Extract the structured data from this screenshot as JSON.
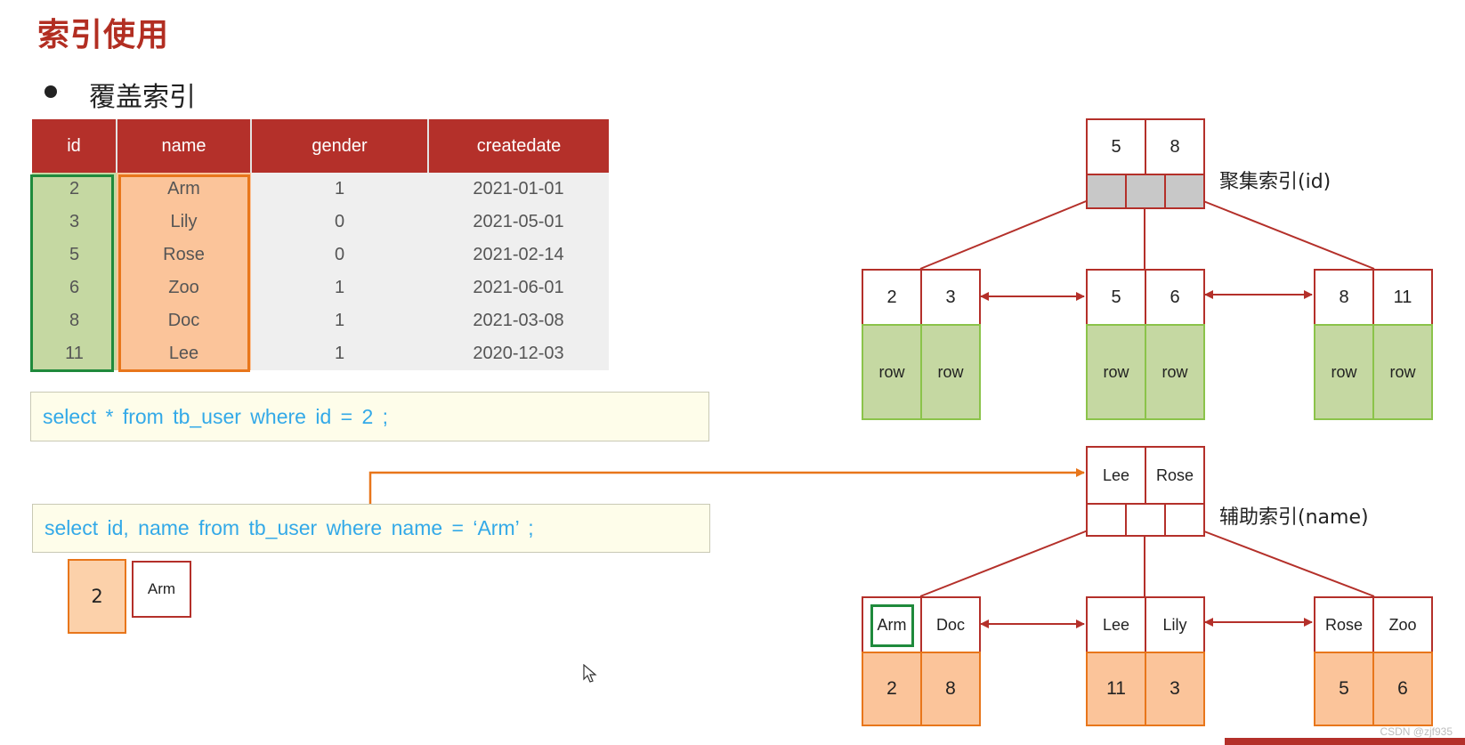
{
  "slide": {
    "title": "索引使用",
    "bullet": "覆盖索引"
  },
  "table": {
    "headers": [
      "id",
      "name",
      "gender",
      "createdate"
    ],
    "rows": [
      [
        "2",
        "Arm",
        "1",
        "2021-01-01"
      ],
      [
        "3",
        "Lily",
        "0",
        "2021-05-01"
      ],
      [
        "5",
        "Rose",
        "0",
        "2021-02-14"
      ],
      [
        "6",
        "Zoo",
        "1",
        "2021-06-01"
      ],
      [
        "8",
        "Doc",
        "1",
        "2021-03-08"
      ],
      [
        "11",
        "Lee",
        "1",
        "2020-12-03"
      ]
    ]
  },
  "queries": {
    "q1": "select  *  from  tb_user  where  id  =  2 ;",
    "q2": "select  id, name  from  tb_user  where  name = ‘Arm’ ;"
  },
  "result": {
    "id": "2",
    "name": "Arm"
  },
  "clustered": {
    "label": "聚集索引(id)",
    "root": [
      "5",
      "8"
    ],
    "leaves": [
      {
        "keys": [
          "2",
          "3"
        ],
        "rows": [
          "row",
          "row"
        ]
      },
      {
        "keys": [
          "5",
          "6"
        ],
        "rows": [
          "row",
          "row"
        ]
      },
      {
        "keys": [
          "8",
          "11"
        ],
        "rows": [
          "row",
          "row"
        ]
      }
    ]
  },
  "secondary": {
    "label": "辅助索引(name)",
    "root": [
      "Lee",
      "Rose"
    ],
    "leaves": [
      {
        "keys": [
          "Arm",
          "Doc"
        ],
        "ids": [
          "2",
          "8"
        ]
      },
      {
        "keys": [
          "Lee",
          "Lily"
        ],
        "ids": [
          "11",
          "3"
        ]
      },
      {
        "keys": [
          "Rose",
          "Zoo"
        ],
        "ids": [
          "5",
          "6"
        ]
      }
    ]
  },
  "watermark": "CSDN @zjf935",
  "colors": {
    "red": "#b4302a",
    "green": "#1f8a3c",
    "orange": "#e8761b",
    "sql_text": "#33a9e8"
  }
}
